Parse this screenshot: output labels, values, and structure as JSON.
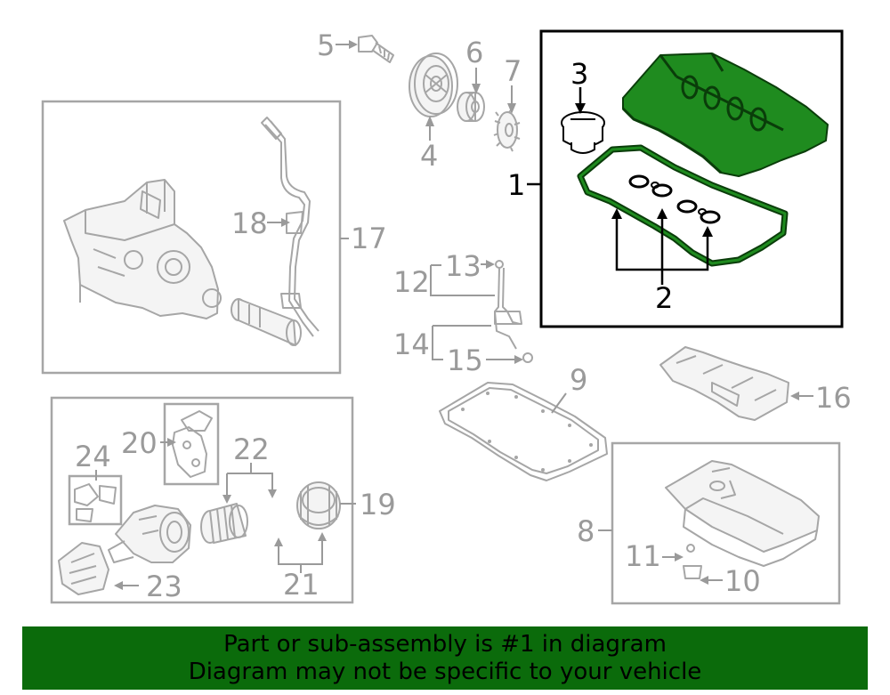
{
  "callouts": {
    "c1": "1",
    "c2": "2",
    "c3": "3",
    "c4": "4",
    "c5": "5",
    "c6": "6",
    "c7": "7",
    "c8": "8",
    "c9": "9",
    "c10": "10",
    "c11": "11",
    "c12": "12",
    "c13": "13",
    "c14": "14",
    "c15": "15",
    "c16": "16",
    "c17": "17",
    "c18": "18",
    "c19": "19",
    "c20": "20",
    "c21": "21",
    "c22": "22",
    "c23": "23",
    "c24": "24"
  },
  "banner": {
    "line1": "Part or sub-assembly is #1 in diagram",
    "line2": "Diagram may not be specific to your vehicle"
  },
  "colors": {
    "highlight_green": "#1f8b1f",
    "banner_green": "#0b6b0b",
    "line_gray": "#a6a6a6"
  }
}
